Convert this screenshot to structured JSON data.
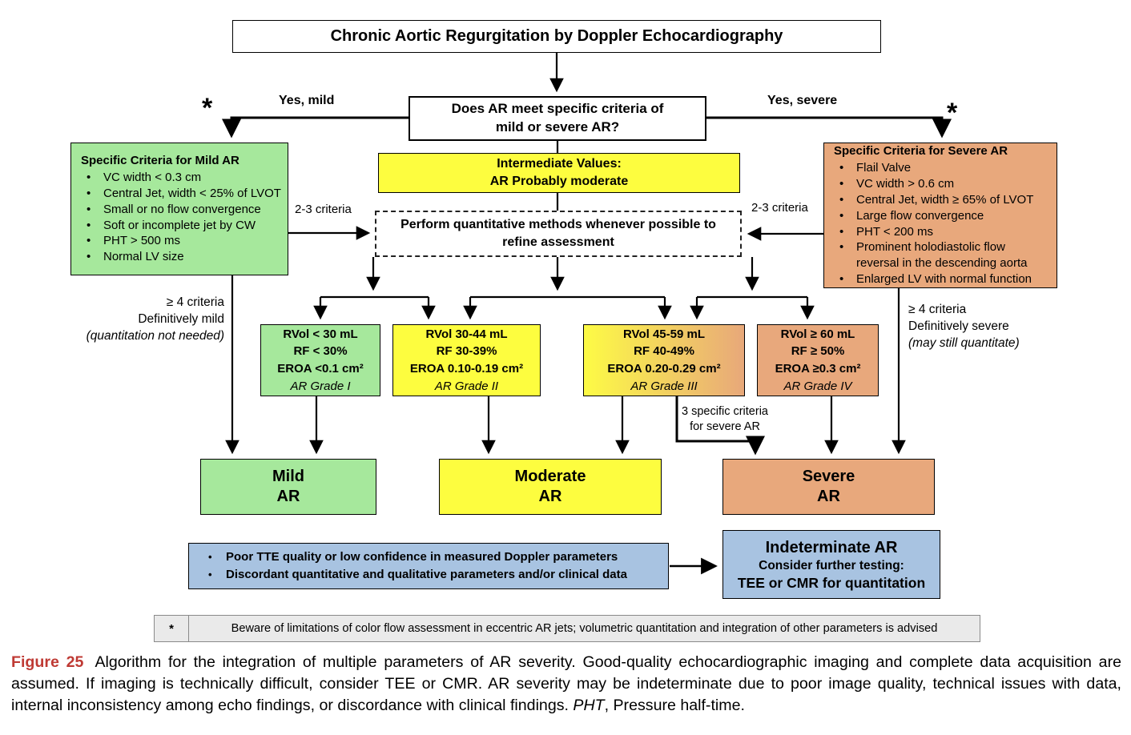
{
  "title": "Chronic Aortic Regurgitation by Doppler Echocardiography",
  "question": {
    "line1": "Does AR meet specific criteria of",
    "line2": "mild or severe AR?"
  },
  "labels": {
    "yes_mild": "Yes, mild",
    "yes_severe": "Yes, severe",
    "asterisk_left": "*",
    "asterisk_right": "*",
    "criteria_23_left": "2-3 criteria",
    "criteria_23_right": "2-3 criteria",
    "geq4_mild": {
      "l1": "≥ 4 criteria",
      "l2": "Definitively mild",
      "l3": "(quantitation not needed)"
    },
    "geq4_severe": {
      "l1": "≥ 4 criteria",
      "l2": "Definitively severe",
      "l3": "(may still quantitate)"
    },
    "three_specific": {
      "l1": "3 specific criteria",
      "l2": "for severe AR"
    }
  },
  "mild_criteria": {
    "title": "Specific Criteria for Mild AR",
    "items": [
      "VC width < 0.3 cm",
      "Central Jet,  width < 25% of LVOT",
      "Small or no flow convergence",
      "Soft or incomplete jet by CW",
      "PHT > 500 ms",
      "Normal LV size"
    ]
  },
  "severe_criteria": {
    "title": "Specific Criteria for Severe AR",
    "items": [
      "Flail Valve",
      "VC width  > 0.6 cm",
      "Central Jet,  width ≥ 65% of LVOT",
      "Large flow convergence",
      "PHT  < 200 ms",
      "Prominent holodiastolic flow reversal in the descending aorta",
      "Enlarged LV with normal function"
    ]
  },
  "intermediate": {
    "line1": "Intermediate Values:",
    "line2": "AR Probably moderate"
  },
  "quantitative": {
    "line1": "Perform quantitative methods whenever possible to",
    "line2": "refine assessment"
  },
  "grades": [
    {
      "rvol": "RVol < 30 mL",
      "rf": "RF < 30%",
      "eroa": "EROA <0.1 cm²",
      "grade": "AR Grade I"
    },
    {
      "rvol": "RVol 30-44 mL",
      "rf": "RF 30-39%",
      "eroa": "EROA 0.10-0.19 cm²",
      "grade": "AR Grade II"
    },
    {
      "rvol": "RVol 45-59 mL",
      "rf": "RF 40-49%",
      "eroa": "EROA 0.20-0.29 cm²",
      "grade": "AR Grade III"
    },
    {
      "rvol": "RVol ≥ 60 mL",
      "rf": "RF ≥ 50%",
      "eroa": "EROA ≥0.3 cm²",
      "grade": "AR Grade IV"
    }
  ],
  "outcomes": {
    "mild": {
      "line1": "Mild",
      "line2": "AR"
    },
    "moderate": {
      "line1": "Moderate",
      "line2": "AR"
    },
    "severe": {
      "line1": "Severe",
      "line2": "AR"
    }
  },
  "indeterminate_triggers": {
    "item1": "Poor TTE quality or low confidence in measured Doppler parameters",
    "item2": "Discordant quantitative and qualitative parameters and/or clinical data"
  },
  "indeterminate": {
    "title": "Indeterminate AR",
    "line2": "Consider further testing:",
    "line3": "TEE or CMR for quantitation"
  },
  "footnote": {
    "marker": "*",
    "text": "Beware of limitations of color flow assessment in eccentric AR jets; volumetric quantitation and integration of other parameters is advised"
  },
  "caption": {
    "label": "Figure 25",
    "before_pht": "Algorithm for the integration of multiple parameters of AR severity. Good-quality echocardiographic imaging and complete data acquisition are assumed. If imaging is technically difficult, consider TEE or CMR. AR severity may be indeterminate due to poor image quality, technical issues with data, internal inconsistency among echo findings, or discordance with clinical findings.",
    "pht": "PHT",
    "after_pht": ", Pressure half-time."
  },
  "colors": {
    "mild_green": "#a6e89c",
    "moderate_yellow": "#fdfd3f",
    "severe_orange": "#e8a87c",
    "indeterminate_blue": "#a8c3e1",
    "footnote_gray": "#eaeaea",
    "figure_label_red": "#bf3a34",
    "line_black": "#000000"
  }
}
